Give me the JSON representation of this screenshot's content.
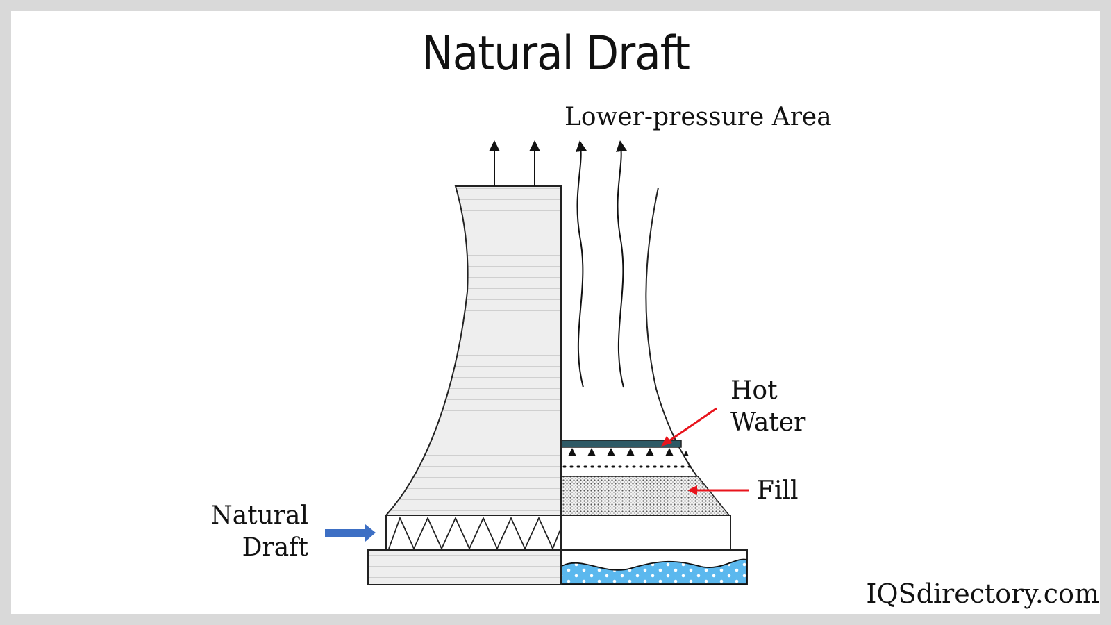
{
  "title": "Natural Draft",
  "labels": {
    "lower_pressure": "Lower-pressure Area",
    "hot_water_line1": "Hot",
    "hot_water_line2": "Water",
    "fill": "Fill",
    "natural_draft_line1": "Natural",
    "natural_draft_line2": "Draft"
  },
  "watermark": "IQSdirectory.com",
  "colors": {
    "tower_fill": "#eeeeee",
    "pointer_arrow": "#e8141c",
    "draft_arrow": "#3d6fc4",
    "water": "#5bb8ee",
    "hot_water_bar": "#2e5a66"
  }
}
